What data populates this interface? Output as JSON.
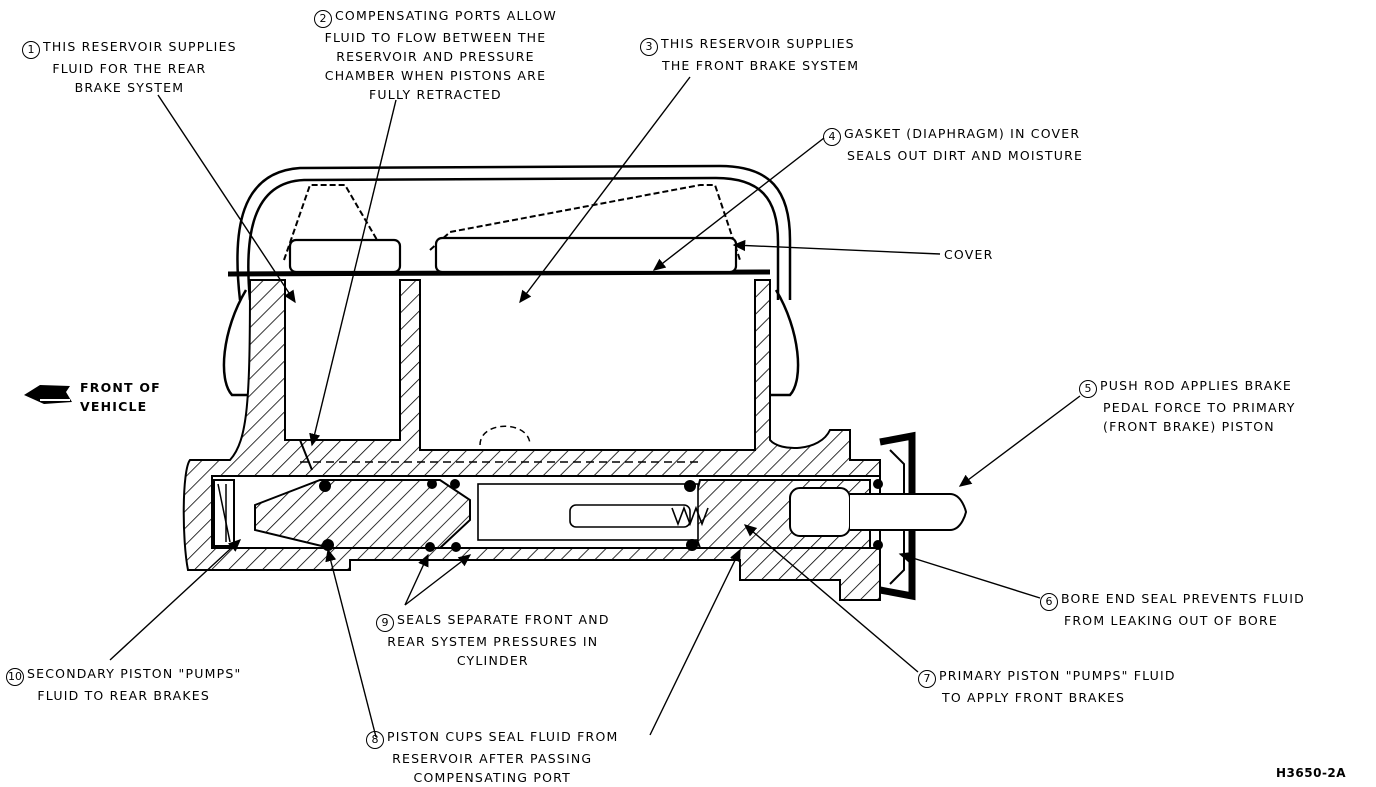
{
  "diagram": {
    "subject": "Dual master cylinder cross-section",
    "figure_code": "H3650-2A",
    "direction_indicator": {
      "icon": "arrow-left-icon",
      "lines": [
        "FRONT OF",
        "VEHICLE"
      ]
    },
    "plain_labels": {
      "cover": "COVER"
    },
    "callouts": [
      {
        "number": "1",
        "lines": [
          "THIS RESERVOIR SUPPLIES",
          "FLUID FOR THE REAR",
          "BRAKE SYSTEM"
        ]
      },
      {
        "number": "2",
        "lines": [
          "COMPENSATING PORTS ALLOW",
          "FLUID TO FLOW BETWEEN THE",
          "RESERVOIR AND PRESSURE",
          "CHAMBER WHEN PISTONS ARE",
          "FULLY RETRACTED"
        ]
      },
      {
        "number": "3",
        "lines": [
          "THIS RESERVOIR SUPPLIES",
          "THE FRONT BRAKE SYSTEM"
        ]
      },
      {
        "number": "4",
        "lines": [
          "GASKET (DIAPHRAGM) IN COVER",
          "SEALS OUT DIRT AND MOISTURE"
        ]
      },
      {
        "number": "5",
        "lines": [
          "PUSH ROD APPLIES BRAKE",
          "PEDAL FORCE TO PRIMARY",
          "(FRONT BRAKE) PISTON"
        ]
      },
      {
        "number": "6",
        "lines": [
          "BORE END SEAL PREVENTS FLUID",
          "FROM LEAKING OUT OF BORE"
        ]
      },
      {
        "number": "7",
        "lines": [
          "PRIMARY PISTON \"PUMPS\" FLUID",
          "TO APPLY FRONT BRAKES"
        ]
      },
      {
        "number": "8",
        "lines": [
          "PISTON CUPS SEAL FLUID FROM",
          "RESERVOIR AFTER PASSING",
          "COMPENSATING PORT"
        ]
      },
      {
        "number": "9",
        "lines": [
          "SEALS SEPARATE FRONT AND",
          "REAR SYSTEM PRESSURES IN",
          "CYLINDER"
        ]
      },
      {
        "number": "10",
        "lines": [
          "SECONDARY PISTON \"PUMPS\"",
          "FLUID TO REAR BRAKES"
        ]
      }
    ]
  }
}
